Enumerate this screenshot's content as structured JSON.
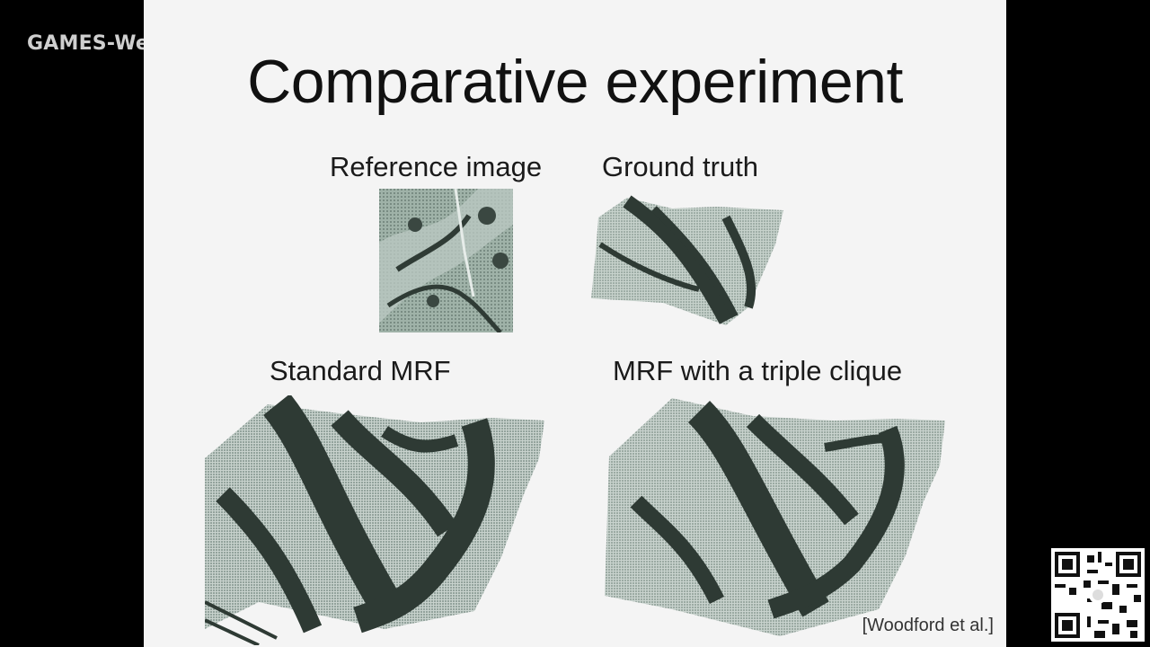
{
  "watermark": "GAMES-We",
  "slide": {
    "title": "Comparative experiment",
    "labels": {
      "reference": "Reference image",
      "ground_truth": "Ground truth",
      "standard_mrf": "Standard MRF",
      "triple_clique": "MRF with a triple clique"
    },
    "citation": "[Woodford et al.]"
  },
  "colors": {
    "slide_bg": "#f4f4f4",
    "dark_fold": "#2e3a34",
    "mid_surface": "#7f948a",
    "light_surface": "#c7d2cc"
  },
  "icons": [
    "qr-code-icon"
  ]
}
